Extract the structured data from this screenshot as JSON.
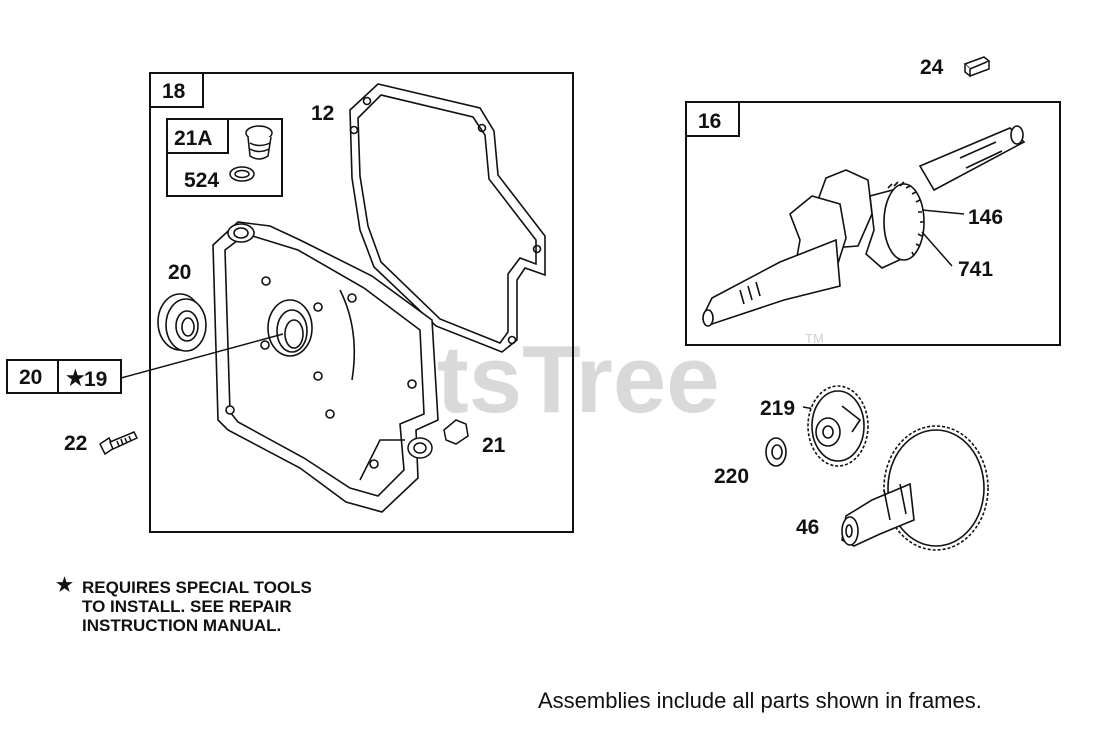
{
  "watermark": {
    "text": "PartsTree",
    "tm": "TM"
  },
  "frames": {
    "crankcase": {
      "label": "18"
    },
    "oil_fill": {
      "label": "21A"
    },
    "crankshaft": {
      "label": "16"
    },
    "seal_callout": {
      "left": "20",
      "right": "19"
    }
  },
  "callouts": {
    "p12": "12",
    "p21a": "21A",
    "p524": "524",
    "p20": "20",
    "p22": "22",
    "p21": "21",
    "p24": "24",
    "p146": "146",
    "p741": "741",
    "p219": "219",
    "p220": "220",
    "p46": "46"
  },
  "note": {
    "star": "★",
    "lines": [
      "REQUIRES SPECIAL TOOLS",
      "TO INSTALL.  SEE REPAIR",
      "INSTRUCTION MANUAL."
    ]
  },
  "footer": "Assemblies include all parts shown in frames."
}
